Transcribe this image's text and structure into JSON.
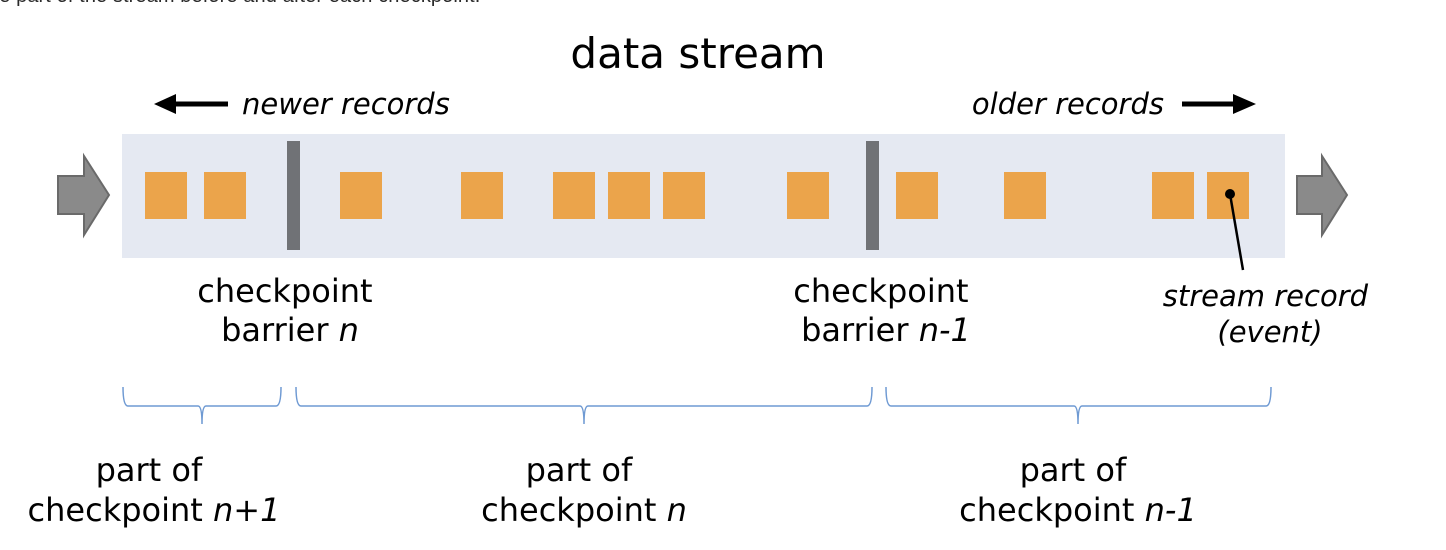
{
  "intro_text": "he part of the stream before and after each checkpoint.",
  "title": "data stream",
  "direction_labels": {
    "newer": "newer records",
    "older": "older records"
  },
  "barriers": [
    {
      "line1": "checkpoint",
      "line2_prefix": "barrier ",
      "line2_italic": "n"
    },
    {
      "line1": "checkpoint",
      "line2_prefix": "barrier ",
      "line2_italic": "n-1"
    }
  ],
  "stream_record_label": {
    "line1": "stream record",
    "line2": "(event)"
  },
  "parts": [
    {
      "line1": "part of",
      "line2_prefix": "checkpoint ",
      "line2_italic": "n+1"
    },
    {
      "line1": "part of",
      "line2_prefix": "checkpoint ",
      "line2_italic": "n"
    },
    {
      "line1": "part of",
      "line2_prefix": "checkpoint ",
      "line2_italic": "n-1"
    }
  ],
  "colors": {
    "stream_band": "#e5e9f2",
    "record": "#eba44b",
    "barrier": "#707276",
    "flow_arrow": "#8a8a8a",
    "brace": "#6f9ad3"
  }
}
